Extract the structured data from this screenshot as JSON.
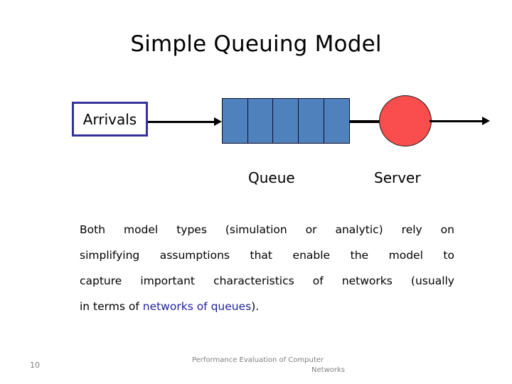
{
  "slide": {
    "title": "Simple Queuing Model",
    "page_number": "10",
    "footer_line1": "Performance Evaluation of Computer",
    "footer_line2": "Networks"
  },
  "diagram": {
    "arrivals_label": "Arrivals",
    "queue_caption": "Queue",
    "server_caption": "Server",
    "queue_cell_count": 5,
    "colors": {
      "queue_fill": "#4F81BD",
      "queue_stroke": "#0d0d2b",
      "server_fill": "#FA4D4D",
      "server_stroke": "#1a1a1a",
      "arrivals_border": "#333399",
      "arrow": "#000000"
    }
  },
  "body": {
    "line1": "Both  model  types  (simulation  or  analytic)  rely  on",
    "line2": "simplifying  assumptions  that  enable  the  model  to",
    "line3": "capture important characteristics of networks (usually",
    "line4_prefix": "in terms of ",
    "line4_highlight": "networks of queues",
    "line4_suffix": ").",
    "highlight_color": "#1F1F9F"
  }
}
